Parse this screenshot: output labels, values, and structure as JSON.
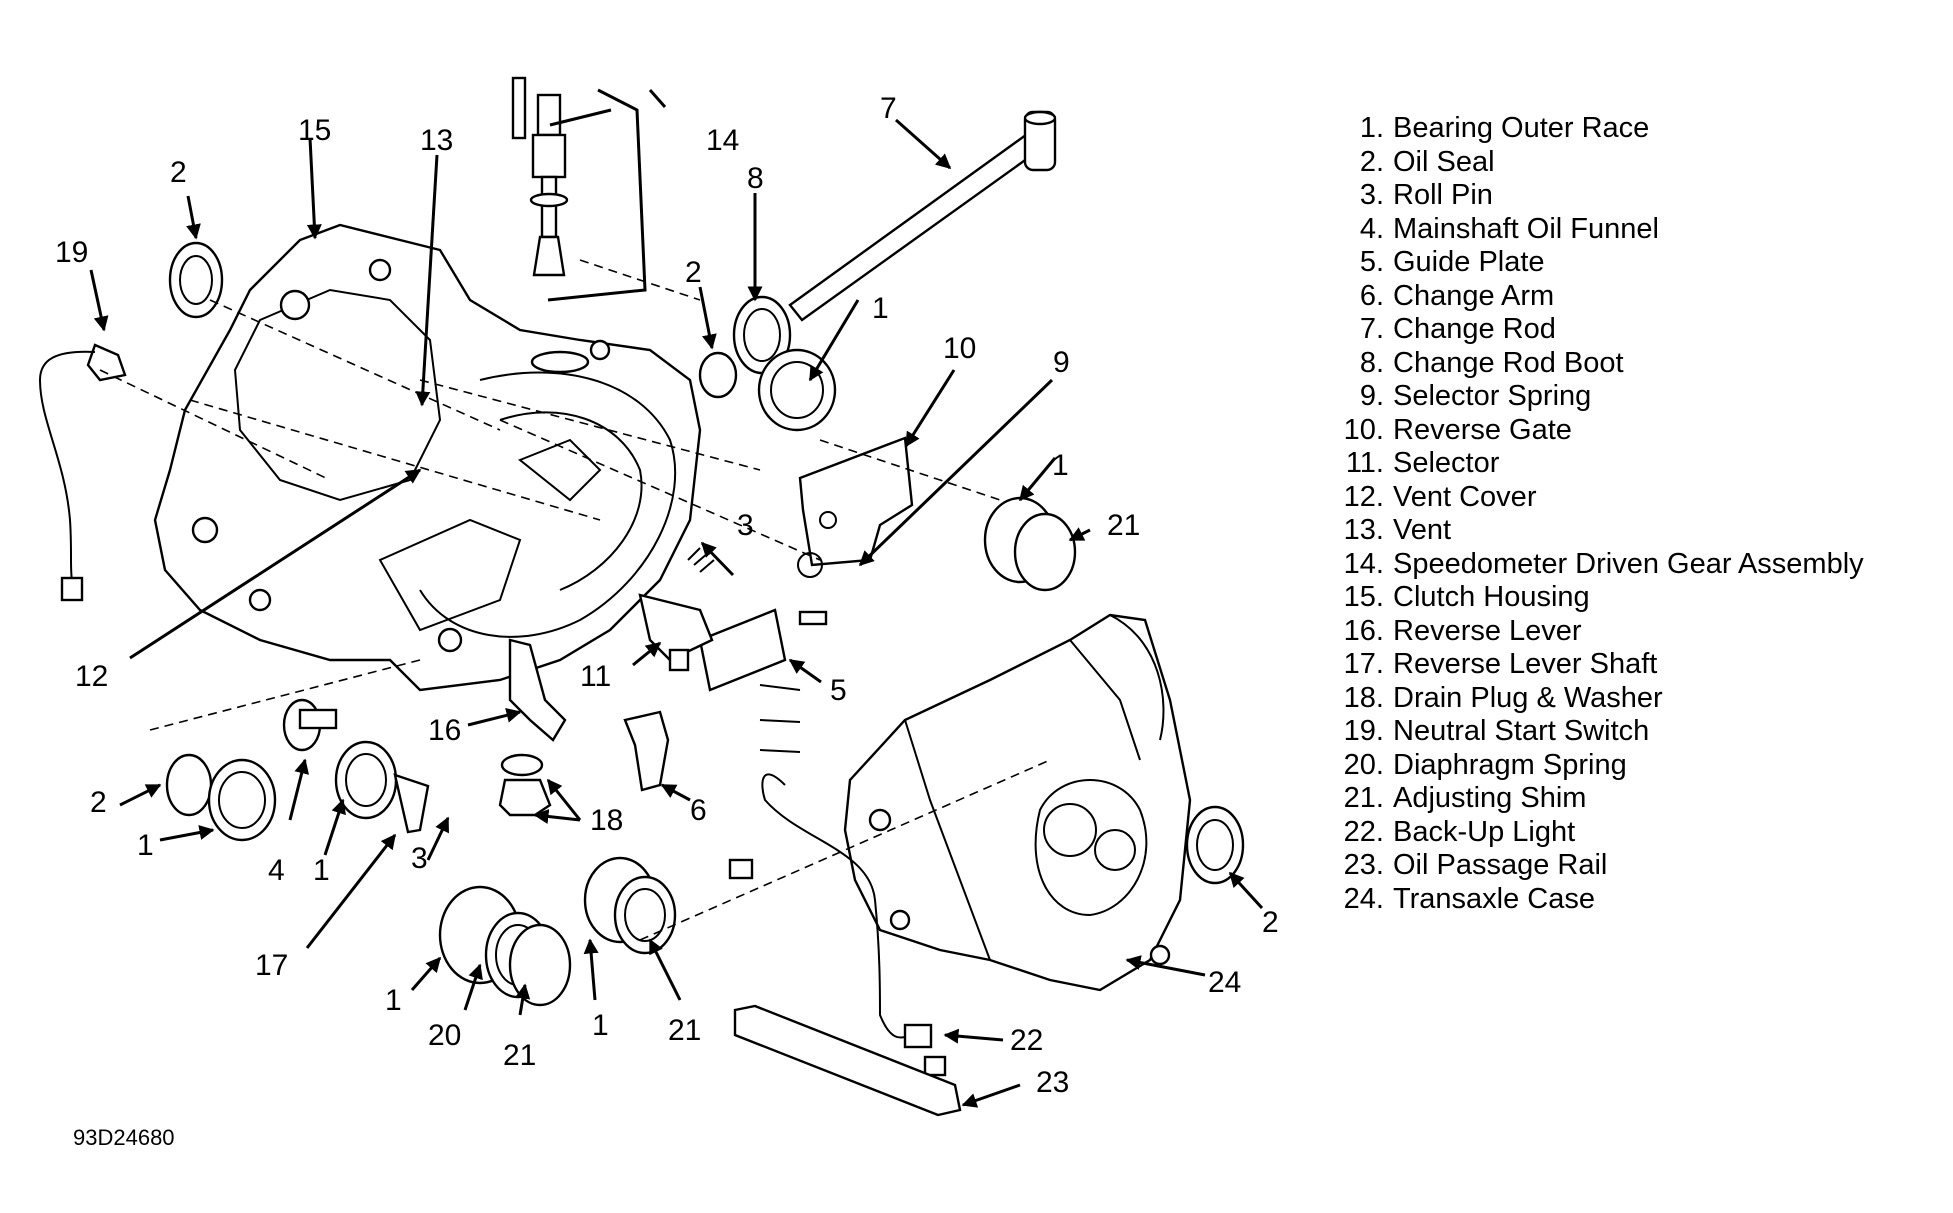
{
  "legend": {
    "items": [
      {
        "number": "1.",
        "label": "Bearing Outer Race"
      },
      {
        "number": "2.",
        "label": "Oil Seal"
      },
      {
        "number": "3.",
        "label": "Roll Pin"
      },
      {
        "number": "4.",
        "label": "Mainshaft Oil Funnel"
      },
      {
        "number": "5.",
        "label": "Guide Plate"
      },
      {
        "number": "6.",
        "label": "Change Arm"
      },
      {
        "number": "7.",
        "label": "Change Rod"
      },
      {
        "number": "8.",
        "label": "Change Rod Boot"
      },
      {
        "number": "9.",
        "label": "Selector Spring"
      },
      {
        "number": "10.",
        "label": "Reverse Gate"
      },
      {
        "number": "11.",
        "label": "Selector"
      },
      {
        "number": "12.",
        "label": "Vent Cover"
      },
      {
        "number": "13.",
        "label": "Vent"
      },
      {
        "number": "14.",
        "label": "Speedometer Driven Gear Assembly"
      },
      {
        "number": "15.",
        "label": "Clutch Housing"
      },
      {
        "number": "16.",
        "label": "Reverse Lever"
      },
      {
        "number": "17.",
        "label": "Reverse Lever Shaft"
      },
      {
        "number": "18.",
        "label": "Drain Plug & Washer"
      },
      {
        "number": "19.",
        "label": "Neutral Start Switch"
      },
      {
        "number": "20.",
        "label": "Diaphragm Spring"
      },
      {
        "number": "21.",
        "label": "Adjusting Shim"
      },
      {
        "number": "22.",
        "label": "Back-Up Light"
      },
      {
        "number": "23.",
        "label": "Oil Passage Rail"
      },
      {
        "number": "24.",
        "label": "Transaxle Case"
      }
    ]
  },
  "callouts": {
    "c1_funnel": "1",
    "c1_top": "1",
    "c1_right": "1",
    "c1_lowleft": "1",
    "c1_bottom": "1",
    "c1_mid": "1",
    "c2_topleft": "2",
    "c2_mid": "2",
    "c2_left": "2",
    "c2_right": "2",
    "c3_top": "3",
    "c3_bottom": "3",
    "c4": "4",
    "c5": "5",
    "c6": "6",
    "c7": "7",
    "c8": "8",
    "c9": "9",
    "c10": "10",
    "c11": "11",
    "c12": "12",
    "c13": "13",
    "c14": "14",
    "c15": "15",
    "c16": "16",
    "c17": "17",
    "c18": "18",
    "c19": "19",
    "c20": "20",
    "c21_right": "21",
    "c21_bottom": "21",
    "c21_mid": "21",
    "c22": "22",
    "c23": "23",
    "c24": "24"
  },
  "figure_code": "93D24680",
  "colors": {
    "ink": "#000000",
    "paper": "#ffffff"
  }
}
